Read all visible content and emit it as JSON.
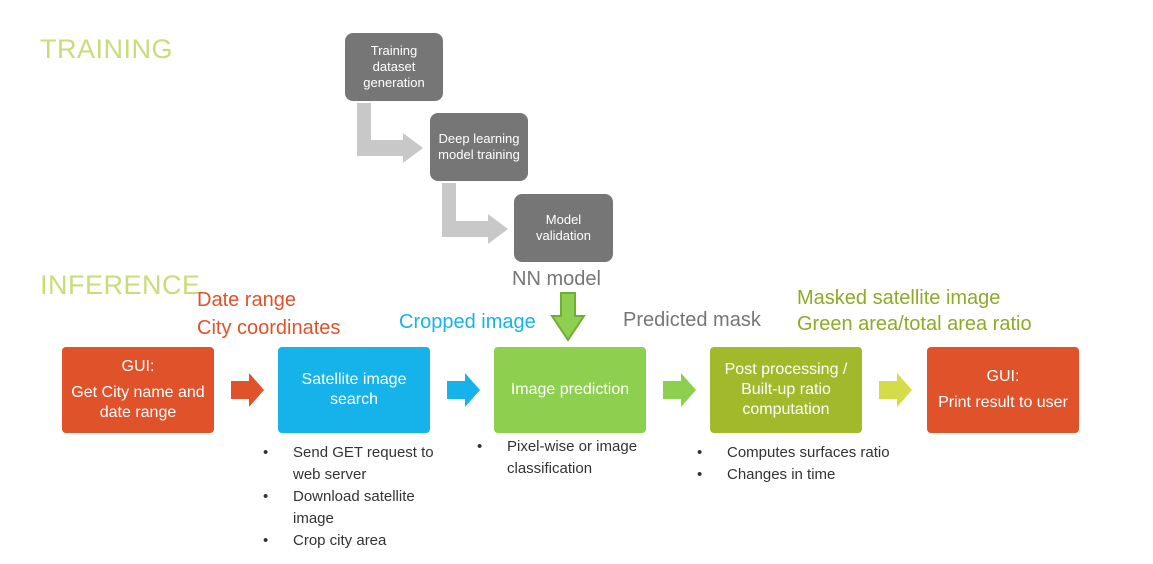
{
  "sections": {
    "training": "TRAINING",
    "inference": "INFERENCE"
  },
  "training_steps": [
    {
      "label": "Training dataset generation"
    },
    {
      "label": "Deep learning model training"
    },
    {
      "label": "Model validation"
    }
  ],
  "labels": {
    "nn_model": "NN model",
    "date_range": "Date range",
    "city_coordinates": "City coordinates",
    "cropped_image": "Cropped image",
    "predicted_mask": "Predicted mask",
    "masked_satellite_image": "Masked satellite image",
    "green_area_ratio": "Green area/total area ratio"
  },
  "pipeline": [
    {
      "title": "GUI:",
      "body": "Get City name and date range",
      "color": "#e0522a"
    },
    {
      "title": "",
      "body": "Satellite image search",
      "color": "#16b3ea"
    },
    {
      "title": "",
      "body": "Image prediction",
      "color": "#8dcf4f"
    },
    {
      "title": "",
      "body": "Post processing / Built-up ratio computation",
      "color": "#a3b92c"
    },
    {
      "title": "GUI:",
      "body": "Print result to user",
      "color": "#e0522a"
    }
  ],
  "notes": {
    "search": [
      "Send GET request to web server",
      "Download satellite image",
      "Crop city area"
    ],
    "prediction": [
      "Pixel-wise or image classification"
    ],
    "post": [
      "Computes surfaces ratio",
      "Changes in time"
    ]
  },
  "colors": {
    "training_title": "#c9dc7a",
    "inference_title": "#c9dc7a",
    "orange_text": "#e0522a",
    "blue_text": "#16b3ea",
    "gray_text": "#767676",
    "olive_text": "#8dab27",
    "connector_gray": "#c8c8c8",
    "arrow_orange": "#e0522a",
    "arrow_blue": "#16b3ea",
    "arrow_green": "#8dcf4f",
    "arrow_yellow": "#d4dc4a"
  }
}
